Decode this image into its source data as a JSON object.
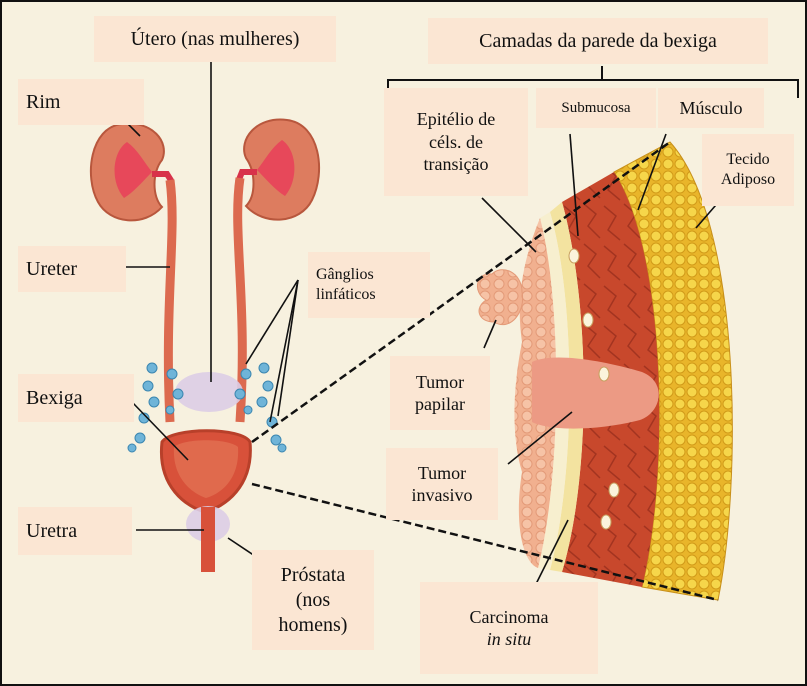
{
  "labels": {
    "utero": "Útero (nas mulheres)",
    "camadas": "Camadas da parede da bexiga",
    "rim": "Rim",
    "ureter": "Ureter",
    "bexiga": "Bexiga",
    "uretra": "Uretra",
    "ganglios": "Gânglios\nlinfáticos",
    "prostata": "Próstata\n(nos\nhomens)",
    "epitelio": "Epitélio de\ncéls. de\ntransição",
    "submucosa": "Submucosa",
    "musculo": "Músculo",
    "tecido": "Tecido\nAdiposo",
    "tumor_papilar": "Tumor\npapilar",
    "tumor_invasivo": "Tumor\ninvasivo",
    "carcinoma": "Carcinoma",
    "in_situ": "in situ"
  },
  "colors": {
    "background": "#f7f1df",
    "label_box": "#fbe6d3",
    "kidney": "#d9735a",
    "bladder": "#d8513a",
    "muscle": "#c44a2e",
    "fat": "#f0c93a",
    "lymph_node": "#6fb4d8"
  }
}
